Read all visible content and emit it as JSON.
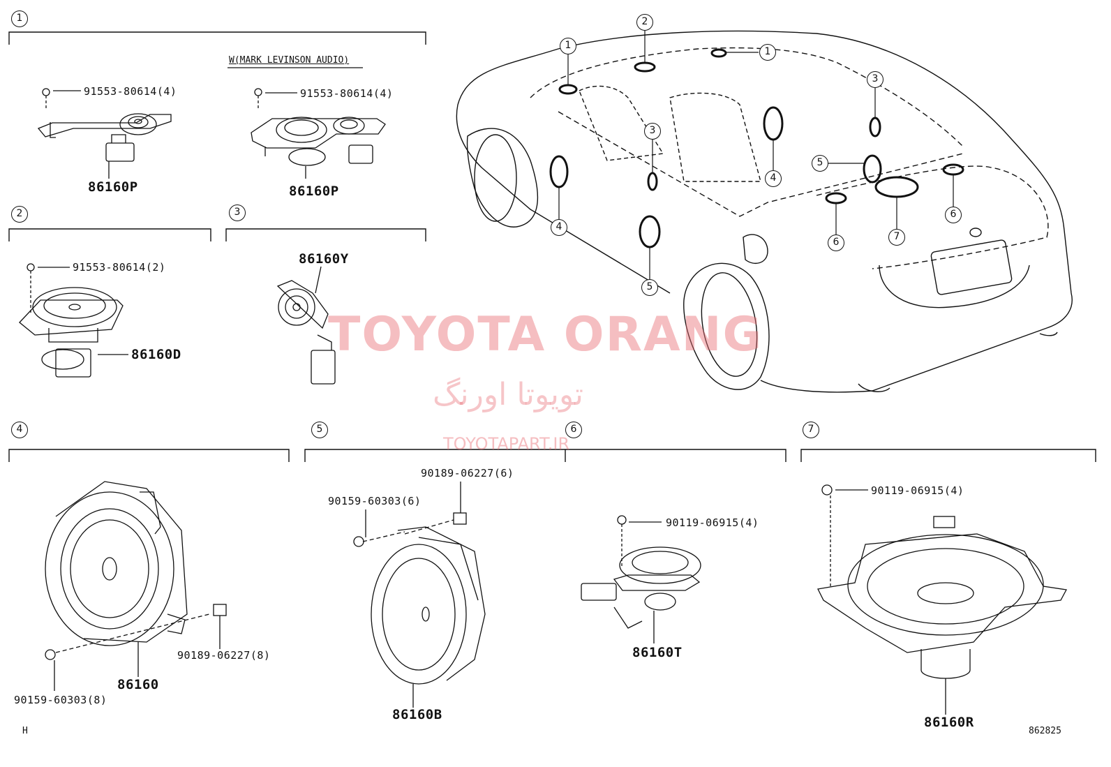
{
  "sections": [
    {
      "num": "1"
    },
    {
      "num": "2"
    },
    {
      "num": "3"
    },
    {
      "num": "4"
    },
    {
      "num": "5"
    },
    {
      "num": "6"
    },
    {
      "num": "7"
    }
  ],
  "section1": {
    "variant_note": "W(MARK LEVINSON AUDIO)",
    "left_bolt": "91553-80614(4)",
    "left_part": "86160P",
    "right_bolt": "91553-80614(4)",
    "right_part": "86160P"
  },
  "section2": {
    "bolt": "91553-80614(2)",
    "part": "86160D"
  },
  "section3": {
    "part": "86160Y"
  },
  "section4": {
    "screw": "90159-60303(8)",
    "clip": "90189-06227(8)",
    "part": "86160"
  },
  "section5": {
    "screw": "90159-60303(6)",
    "clip": "90189-06227(6)",
    "part": "86160B"
  },
  "section6": {
    "bolt": "90119-06915(4)",
    "part": "86160T"
  },
  "section7": {
    "bolt": "90119-06915(4)",
    "part": "86160R"
  },
  "car_callouts": [
    "1",
    "2",
    "1",
    "3",
    "3",
    "4",
    "5",
    "4",
    "5",
    "6",
    "6",
    "7"
  ],
  "watermark": {
    "en": "TOYOTA ORANG",
    "fa": "تویوتا اورنگ",
    "url": "TOYOTAPART.IR"
  },
  "footer": {
    "left": "H",
    "right": "862825"
  }
}
